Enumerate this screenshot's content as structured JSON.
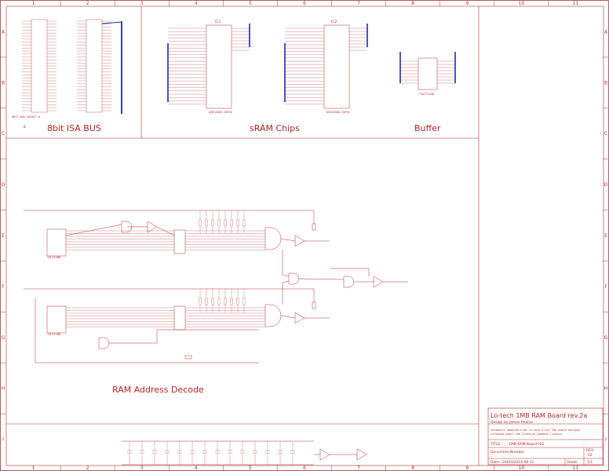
{
  "frame": {
    "columns": [
      "1",
      "2",
      "3",
      "4",
      "5",
      "6",
      "7",
      "8",
      "9",
      "10",
      "11"
    ],
    "rows": [
      "A",
      "B",
      "C",
      "D",
      "E",
      "F",
      "G",
      "H",
      "I"
    ]
  },
  "sections": {
    "isa_bus": "8bit ISA BUS",
    "sram": "sRAM Chips",
    "buffer": "Buffer",
    "decode": "RAM Address Decode"
  },
  "chips": {
    "ic1": "IC1",
    "ic2": "IC2",
    "ic1_part": "AS6C4008-55PCN",
    "ic2_part": "AS6C4008-55PCN",
    "buffer_part": "74HCT245N",
    "decoder_part": "74LS138N",
    "isa_conn_part": "8BIT-BUS-SOCKET-8"
  },
  "title_block": {
    "title": "Lo-tech 1MB RAM Board rev.2a",
    "design_by": "Design by James Pearce",
    "license_line1": "Schematic adapted from lo-tech 8-bit ISA board designs,",
    "license_line2": "released under the Creative Commons license.",
    "title_label": "TITLE:",
    "title_value": "1MB-RAM-Board-r02",
    "doc_label": "Document Number:",
    "rev_label": "REV:",
    "rev_value": "02",
    "date_label": "Date:",
    "date_value": "20/03/2014 08:11",
    "sheet_label": "Sheet:",
    "sheet_value": "1/1"
  }
}
